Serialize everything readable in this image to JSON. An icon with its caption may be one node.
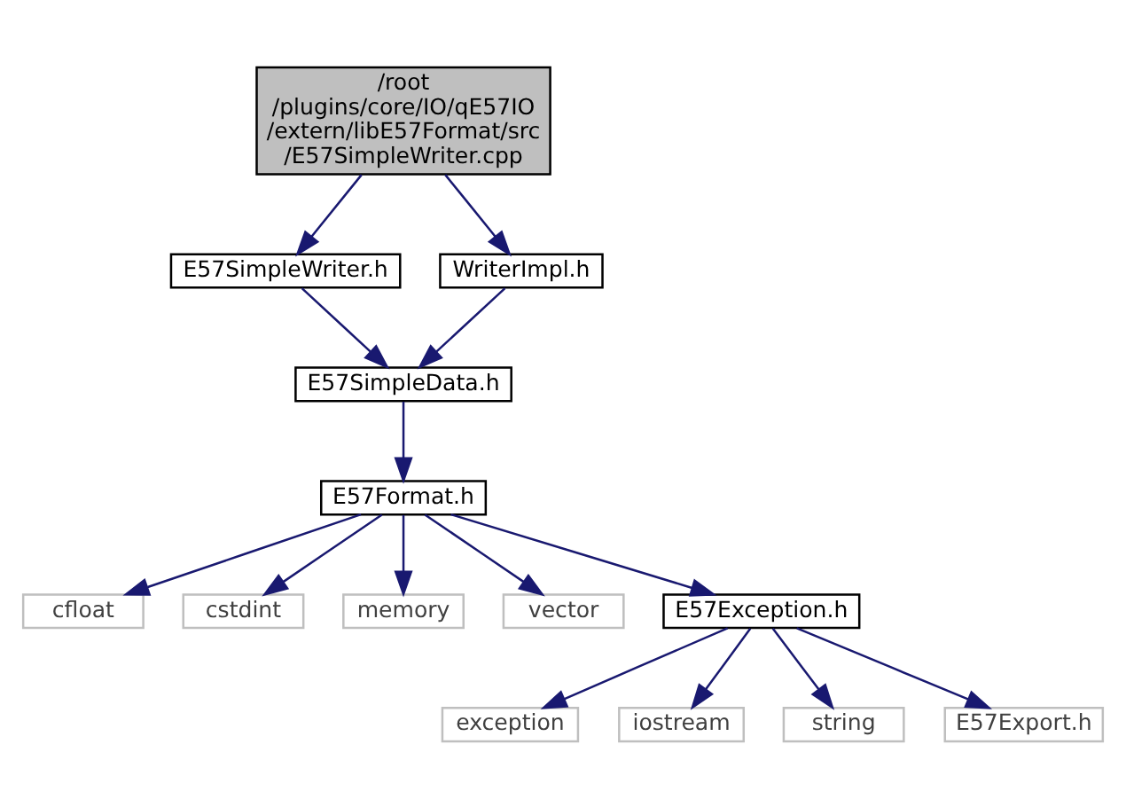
{
  "diagram": {
    "nodes": [
      {
        "text": [
          "/root /plugins/core/IO/qE57IO /extern/libE57Format/src /E57SimpleWriter.cpp"
        ]
      },
      {
        "text": [
          "E57SimpleWriter.h"
        ]
      },
      {
        "text": [
          "WriterImpl.h"
        ]
      },
      {
        "text": [
          "E57SimpleData.h"
        ]
      },
      {
        "text": [
          "E57Format.h"
        ]
      },
      {
        "text": [
          "cfloat"
        ]
      },
      {
        "text": [
          "cstdint"
        ]
      },
      {
        "text": [
          "memory"
        ]
      },
      {
        "text": [
          "vector"
        ]
      },
      {
        "text": [
          "E57Exception.h"
        ]
      },
      {
        "text": [
          "exception"
        ]
      },
      {
        "text": [
          "iostream"
        ]
      },
      {
        "text": [
          "string"
        ]
      },
      {
        "text": [
          "E57Export.h"
        ]
      }
    ],
    "edges": [
      {
        "from": 0,
        "to": 1,
        "arrow": "to"
      },
      {
        "from": 0,
        "to": 2,
        "arrow": "to"
      },
      {
        "from": 1,
        "to": 3,
        "arrow": "to"
      },
      {
        "from": 2,
        "to": 3,
        "arrow": "to"
      },
      {
        "from": 3,
        "to": 4,
        "arrow": "to"
      },
      {
        "from": 4,
        "to": 5,
        "arrow": "to"
      },
      {
        "from": 4,
        "to": 6,
        "arrow": "to"
      },
      {
        "from": 4,
        "to": 7,
        "arrow": "to"
      },
      {
        "from": 4,
        "to": 8,
        "arrow": "to"
      },
      {
        "from": 4,
        "to": 9,
        "arrow": "to"
      },
      {
        "from": 9,
        "to": 10,
        "arrow": "to"
      },
      {
        "from": 9,
        "to": 11,
        "arrow": "to"
      },
      {
        "from": 9,
        "to": 12,
        "arrow": "to"
      },
      {
        "from": 9,
        "to": 13,
        "arrow": "to"
      }
    ]
  }
}
